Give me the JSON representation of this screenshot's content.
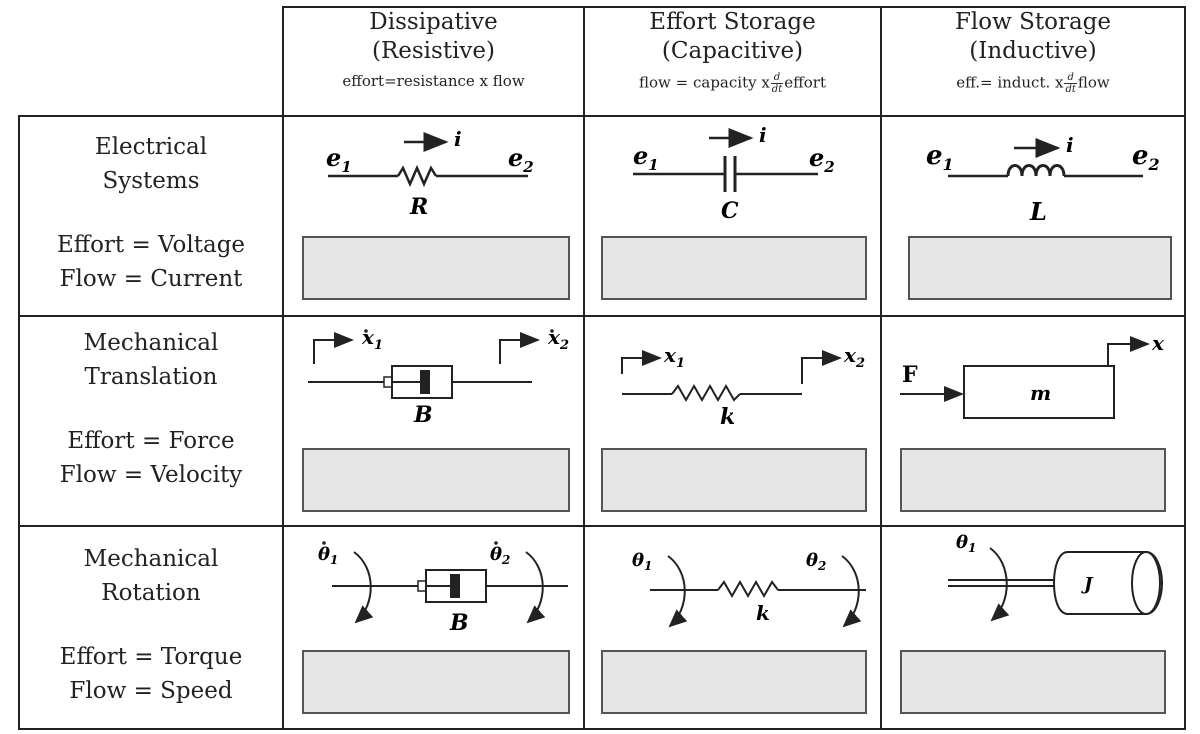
{
  "headers": [
    {
      "title_line1": "Dissipative",
      "title_line2": "(Resistive)",
      "equation": "effort=resistance x flow"
    },
    {
      "title_line1": "Effort Storage",
      "title_line2": "(Capacitive)",
      "equation_prefix": "flow = capacity x",
      "equation_suffix": "effort",
      "frac_num": "d",
      "frac_den": "dt"
    },
    {
      "title_line1": "Flow Storage",
      "title_line2": "(Inductive)",
      "equation_prefix": "eff.= induct. x",
      "equation_suffix": "flow",
      "frac_num": "d",
      "frac_den": "dt"
    }
  ],
  "rows": [
    {
      "name_line1": "Electrical",
      "name_line2": "Systems",
      "effort": "Effort = Voltage",
      "flow": "Flow = Current"
    },
    {
      "name_line1": "Mechanical",
      "name_line2": "Translation",
      "effort": "Effort = Force",
      "flow": "Flow = Velocity"
    },
    {
      "name_line1": "Mechanical",
      "name_line2": "Rotation",
      "effort": "Effort = Torque",
      "flow": "Flow = Speed"
    }
  ],
  "diagrams": {
    "resistor": {
      "left": "e",
      "left_sub": "1",
      "right": "e",
      "right_sub": "2",
      "current": "i",
      "element": "R"
    },
    "capacitor": {
      "left": "e",
      "left_sub": "1",
      "right": "e",
      "right_sub": "2",
      "current": "i",
      "element": "C"
    },
    "inductor": {
      "left": "e",
      "left_sub": "1",
      "right": "e",
      "right_sub": "2",
      "current": "i",
      "element": "L"
    },
    "damper_trans": {
      "left": "x",
      "left_sub": "1",
      "right": "x",
      "right_sub": "2",
      "element": "B"
    },
    "spring_trans": {
      "left": "x",
      "left_sub": "1",
      "right": "x",
      "right_sub": "2",
      "element": "k"
    },
    "mass": {
      "force": "F",
      "displacement": "x",
      "element": "m"
    },
    "damper_rot": {
      "left": "θ",
      "left_sub": "1",
      "right": "θ",
      "right_sub": "2",
      "element": "B"
    },
    "spring_rot": {
      "left": "θ",
      "left_sub": "1",
      "right": "θ",
      "right_sub": "2",
      "element": "k"
    },
    "inertia": {
      "angle": "θ",
      "angle_sub": "1",
      "element": "J"
    }
  },
  "answer_boxes": [
    "",
    "",
    "",
    "",
    "",
    "",
    "",
    "",
    ""
  ],
  "colors": {
    "line": "#222222",
    "box_fill": "#e6e6e6",
    "box_border": "#555555"
  }
}
